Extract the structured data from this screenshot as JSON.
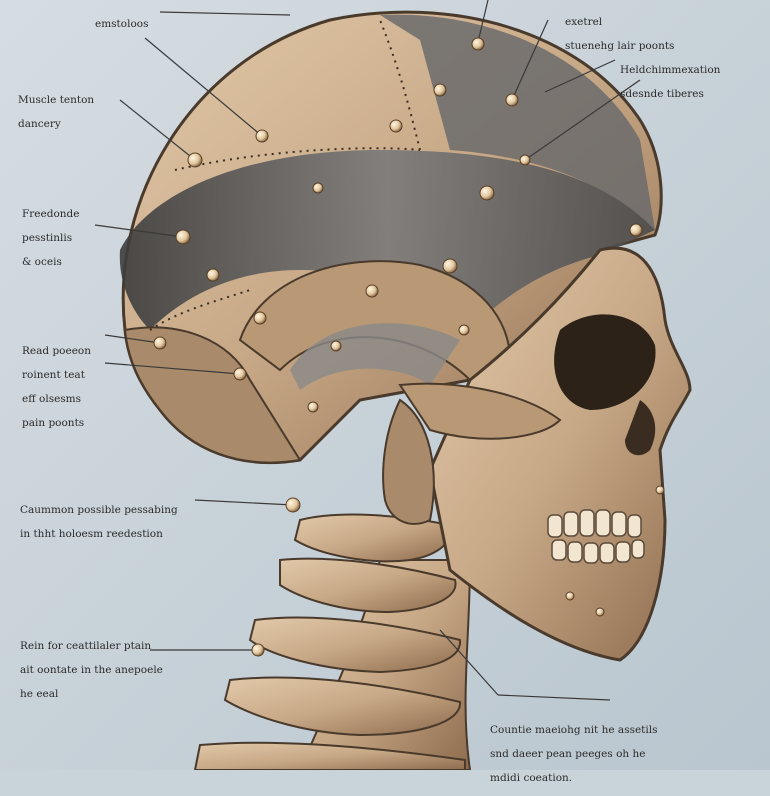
{
  "labels": {
    "top_left": "emstoloos",
    "top_right": [
      "exetrel",
      "stuenehg lair poonts"
    ],
    "upper_right": [
      "Heldchimmexation",
      "sdesnde tiberes"
    ],
    "muscle": [
      "Muscle tenton",
      "dancery"
    ],
    "freedonde": [
      "Freedonde",
      "pesstinlis",
      "& oceis"
    ],
    "reed": [
      "Read poeeon",
      "roinent teat",
      "eff olsesms",
      "pain poonts"
    ],
    "common": [
      "Caummon possible pessabing",
      "in thht holoesm reedestion"
    ],
    "rein": [
      "Rein for ceattilaler ptain",
      "ait oontate in the anepoele",
      "he eeal"
    ],
    "bottom": [
      "Countie maeiohg nit he assetils",
      "snd daeer pean peeges oh he",
      "mdidi coeation."
    ]
  },
  "colors": {
    "background": "#c9d3da",
    "bone": "#c7a886",
    "bone_dark": "#8a6a4c",
    "muscle": "#5b5b5b",
    "outline": "#4a3a2c"
  },
  "icons": [
    "skull-illustration",
    "cervical-spine-illustration",
    "acupressure-point-icon"
  ]
}
